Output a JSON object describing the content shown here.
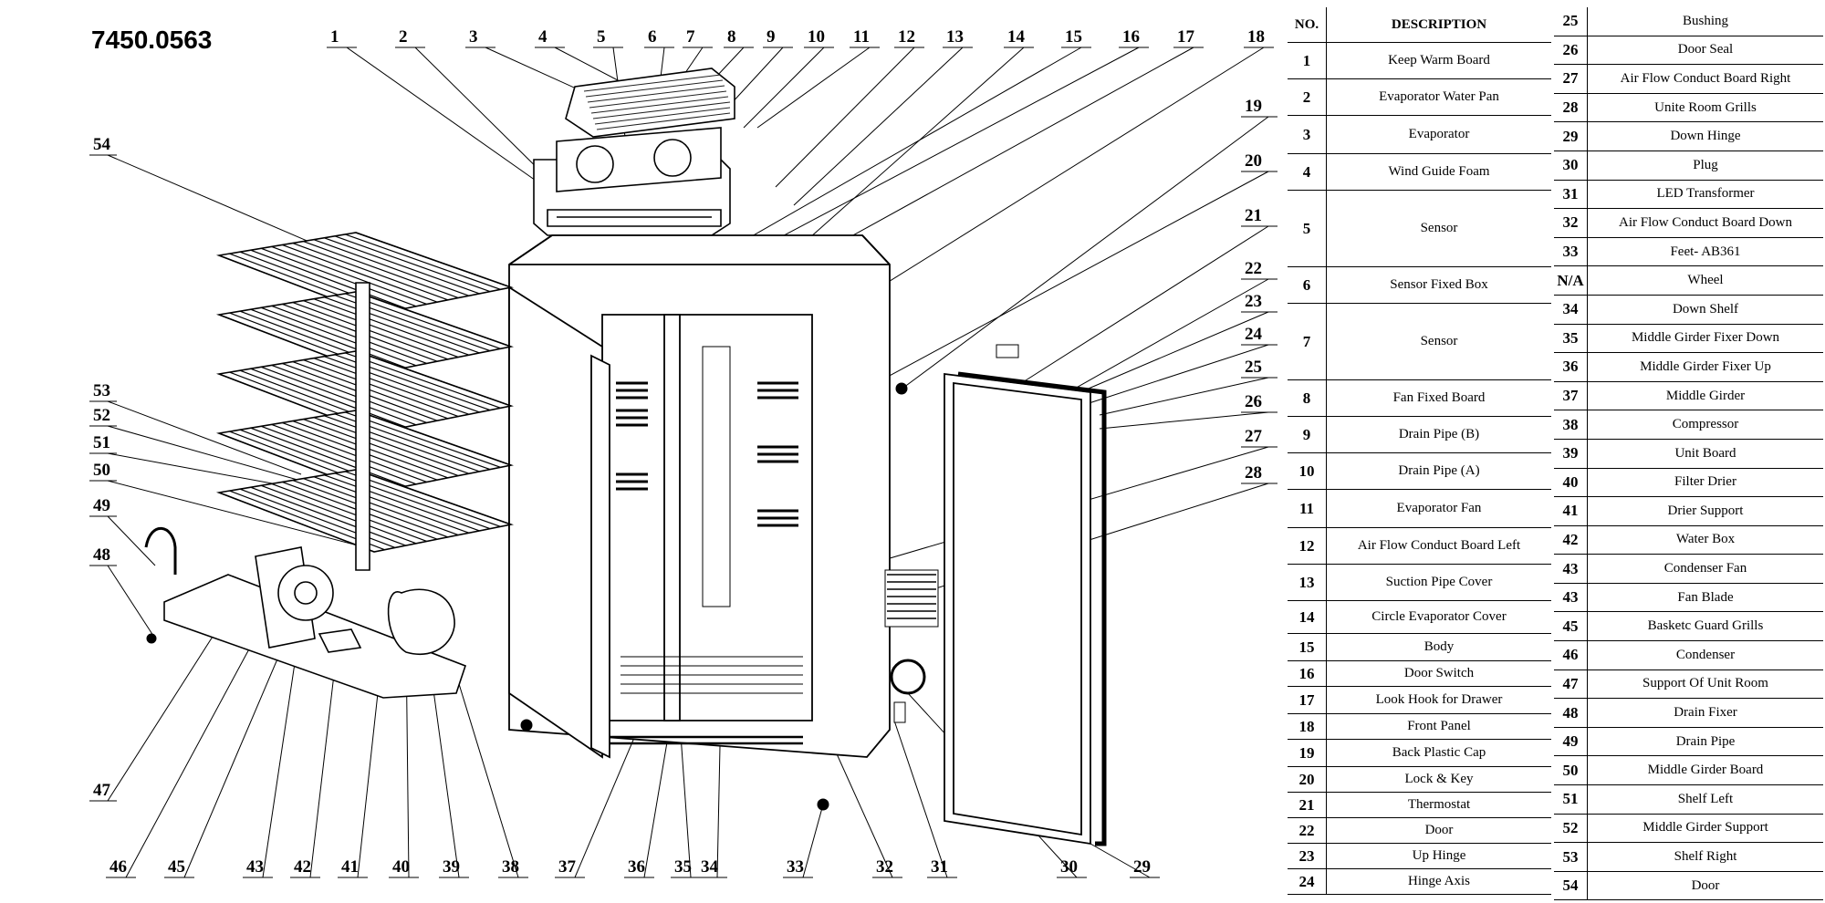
{
  "model_number": "7450.0563",
  "table": {
    "header_no": "NO.",
    "header_desc": "DESCRIPTION",
    "left": [
      {
        "no": "1",
        "desc": "Keep Warm Board"
      },
      {
        "no": "2",
        "desc": "Evaporator Water Pan"
      },
      {
        "no": "3",
        "desc": "Evaporator"
      },
      {
        "no": "4",
        "desc": "Wind Guide Foam"
      },
      {
        "no": "5",
        "desc": "Sensor"
      },
      {
        "no": "6",
        "desc": "Sensor Fixed Box"
      },
      {
        "no": "7",
        "desc": "Sensor"
      },
      {
        "no": "8",
        "desc": "Fan Fixed Board"
      },
      {
        "no": "9",
        "desc": "Drain Pipe (B)"
      },
      {
        "no": "10",
        "desc": "Drain Pipe (A)"
      },
      {
        "no": "11",
        "desc": "Evaporator Fan"
      },
      {
        "no": "12",
        "desc": "Air Flow Conduct Board Left"
      },
      {
        "no": "13",
        "desc": "Suction Pipe Cover"
      },
      {
        "no": "14",
        "desc": "Circle Evaporator Cover"
      },
      {
        "no": "15",
        "desc": "Body"
      },
      {
        "no": "16",
        "desc": "Door Switch"
      },
      {
        "no": "17",
        "desc": "Look Hook for Drawer"
      },
      {
        "no": "18",
        "desc": "Front Panel"
      },
      {
        "no": "19",
        "desc": "Back Plastic Cap"
      },
      {
        "no": "20",
        "desc": "Lock & Key"
      },
      {
        "no": "21",
        "desc": "Thermostat"
      },
      {
        "no": "22",
        "desc": "Door"
      },
      {
        "no": "23",
        "desc": "Up Hinge"
      },
      {
        "no": "24",
        "desc": "Hinge Axis"
      }
    ],
    "right": [
      {
        "no": "25",
        "desc": "Bushing"
      },
      {
        "no": "26",
        "desc": "Door Seal"
      },
      {
        "no": "27",
        "desc": "Air Flow Conduct Board Right"
      },
      {
        "no": "28",
        "desc": "Unite Room Grills"
      },
      {
        "no": "29",
        "desc": "Down Hinge"
      },
      {
        "no": "30",
        "desc": "Plug"
      },
      {
        "no": "31",
        "desc": "LED Transformer"
      },
      {
        "no": "32",
        "desc": "Air Flow Conduct Board Down"
      },
      {
        "no": "33",
        "desc": "Feet- AB361"
      },
      {
        "no": "N/A",
        "desc": "Wheel"
      },
      {
        "no": "34",
        "desc": "Down Shelf"
      },
      {
        "no": "35",
        "desc": "Middle Girder Fixer Down"
      },
      {
        "no": "36",
        "desc": "Middle Girder Fixer Up"
      },
      {
        "no": "37",
        "desc": "Middle Girder"
      },
      {
        "no": "38",
        "desc": "Compressor"
      },
      {
        "no": "39",
        "desc": "Unit Board"
      },
      {
        "no": "40",
        "desc": "Filter Drier"
      },
      {
        "no": "41",
        "desc": "Drier Support"
      },
      {
        "no": "42",
        "desc": "Water Box"
      },
      {
        "no": "43",
        "desc": "Condenser Fan"
      },
      {
        "no": "43",
        "desc": "Fan Blade"
      },
      {
        "no": "45",
        "desc": "Basketc Guard Grills"
      },
      {
        "no": "46",
        "desc": "Condenser"
      },
      {
        "no": "47",
        "desc": "Support Of Unit Room"
      },
      {
        "no": "48",
        "desc": "Drain Fixer"
      },
      {
        "no": "49",
        "desc": "Drain Pipe"
      },
      {
        "no": "50",
        "desc": "Middle Girder Board"
      },
      {
        "no": "51",
        "desc": "Shelf Left"
      },
      {
        "no": "52",
        "desc": "Middle Girder Support"
      },
      {
        "no": "53",
        "desc": "Shelf Right"
      },
      {
        "no": "54",
        "desc": "Door"
      }
    ]
  },
  "callouts": {
    "top": [
      "1",
      "2",
      "3",
      "4",
      "5",
      "6",
      "7",
      "8",
      "9",
      "10",
      "11",
      "12",
      "13",
      "14",
      "15",
      "16",
      "17",
      "18"
    ],
    "right": [
      "19",
      "20",
      "21",
      "22",
      "23",
      "24",
      "25",
      "26",
      "27",
      "28"
    ],
    "bottom": [
      "46",
      "45",
      "43",
      "42",
      "41",
      "40",
      "39",
      "38",
      "37",
      "36",
      "35",
      "34",
      "33",
      "32",
      "31",
      "30",
      "29"
    ],
    "left": [
      "54",
      "53",
      "52",
      "51",
      "50",
      "49",
      "48",
      "47"
    ]
  }
}
